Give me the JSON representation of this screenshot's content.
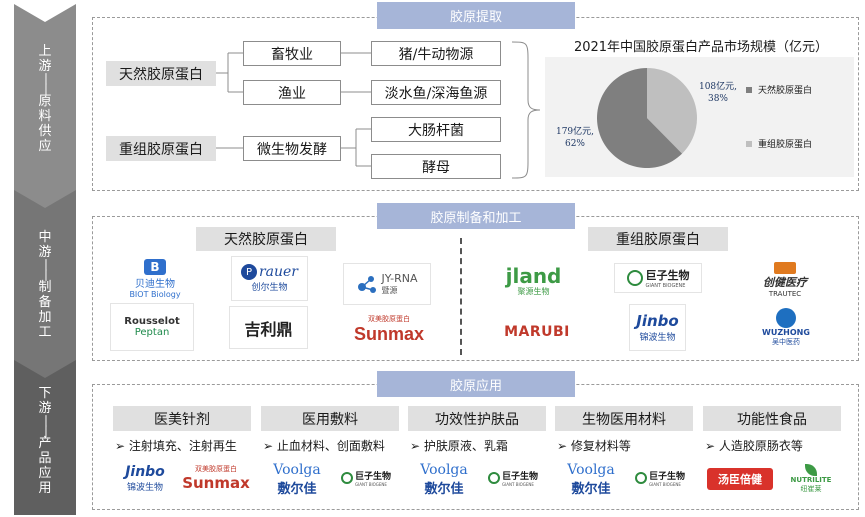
{
  "sidebar": {
    "upstream": [
      "上",
      "游",
      "—",
      "—",
      "原",
      "料",
      "供",
      "应"
    ],
    "midstream": [
      "中",
      "游",
      "—",
      "—",
      "制",
      "备",
      "加",
      "工"
    ],
    "downstream": [
      "下",
      "游",
      "—",
      "—",
      "产",
      "品",
      "应",
      "用"
    ]
  },
  "upstream": {
    "banner": "胶原提取",
    "natural": "天然胶原蛋白",
    "recombinant": "重组胶原蛋白",
    "livestock": "畜牧业",
    "fishery": "渔业",
    "microbial": "微生物发酵",
    "src_pig_cow": "猪/牛动物源",
    "src_fish": "淡水鱼/深海鱼源",
    "src_ecoli": "大肠杆菌",
    "src_yeast": "酵母"
  },
  "chart_data": {
    "type": "pie",
    "title": "2021年中国胶原蛋白产品市场规模（亿元）",
    "categories": [
      "天然胶原蛋白",
      "重组胶原蛋白"
    ],
    "values": [
      179,
      108
    ],
    "percent": [
      62,
      38
    ],
    "labels": [
      "179亿元，62%",
      "108亿元，38%"
    ],
    "label_lines": [
      [
        "179亿元,",
        "62%"
      ],
      [
        "108亿元,",
        "38%"
      ]
    ],
    "colors": [
      "#7f7f7f",
      "#bfbfbf"
    ],
    "legend_position": "right"
  },
  "midstream": {
    "banner": "胶原制备和加工",
    "natural_title": "天然胶原蛋白",
    "recombinant_title": "重组胶原蛋白",
    "natural_logos": {
      "biot_cn": "贝迪生物",
      "biot_en": "BIOT Biology",
      "rauer_en": "rauer",
      "rauer_cn": "创尔生物",
      "jyrna_en": "JY-RNA",
      "jyrna_cn": "暨源",
      "rousselot": "Rousselot",
      "peptan": "Peptan",
      "jilid": "吉利鼎",
      "sunmax_cn": "双美胶原蛋白",
      "sunmax": "Sunmax"
    },
    "recombinant_logos": {
      "jland": "jland",
      "jland_cn": "聚源生物",
      "giant_cn": "巨子生物",
      "giant_en": "GIANT BIOGENE",
      "trautec_cn": "创健医疗",
      "trautec_en": "TRAUTEC",
      "marubi": "MARUBI",
      "jinbo": "Jinbo",
      "jinbo_cn": "锦波生物",
      "wuzhong": "WUZHONG",
      "wuzhong_cn": "吴中医药"
    }
  },
  "downstream": {
    "banner": "胶原应用",
    "categories": [
      {
        "title": "医美针剂",
        "bullet": "➢  注射填充、注射再生",
        "logo1": "Jinbo",
        "logo1_cn": "锦波生物",
        "logo2_cn": "双美胶原蛋白",
        "logo2": "Sunmax"
      },
      {
        "title": "医用敷料",
        "bullet": "➢  止血材料、创面敷料",
        "logo1": "Voolga",
        "logo1_cn": "敷尔佳",
        "logo2": "巨子生物",
        "logo2_en": "GIANT BIOGENE"
      },
      {
        "title": "功效性护肤品",
        "bullet": "➢  护肤原液、乳霜",
        "logo1": "Voolga",
        "logo1_cn": "敷尔佳",
        "logo2": "巨子生物",
        "logo2_en": "GIANT BIOGENE"
      },
      {
        "title": "生物医用材料",
        "bullet": "➢  修复材料等",
        "logo1": "Voolga",
        "logo1_cn": "敷尔佳",
        "logo2": "巨子生物",
        "logo2_en": "GIANT BIOGENE"
      },
      {
        "title": "功能性食品",
        "bullet": "➢  人造胶原肠衣等",
        "logo1": "汤臣倍健",
        "logo2": "NUTRILITE",
        "logo2_cn": "纽崔莱"
      }
    ]
  }
}
